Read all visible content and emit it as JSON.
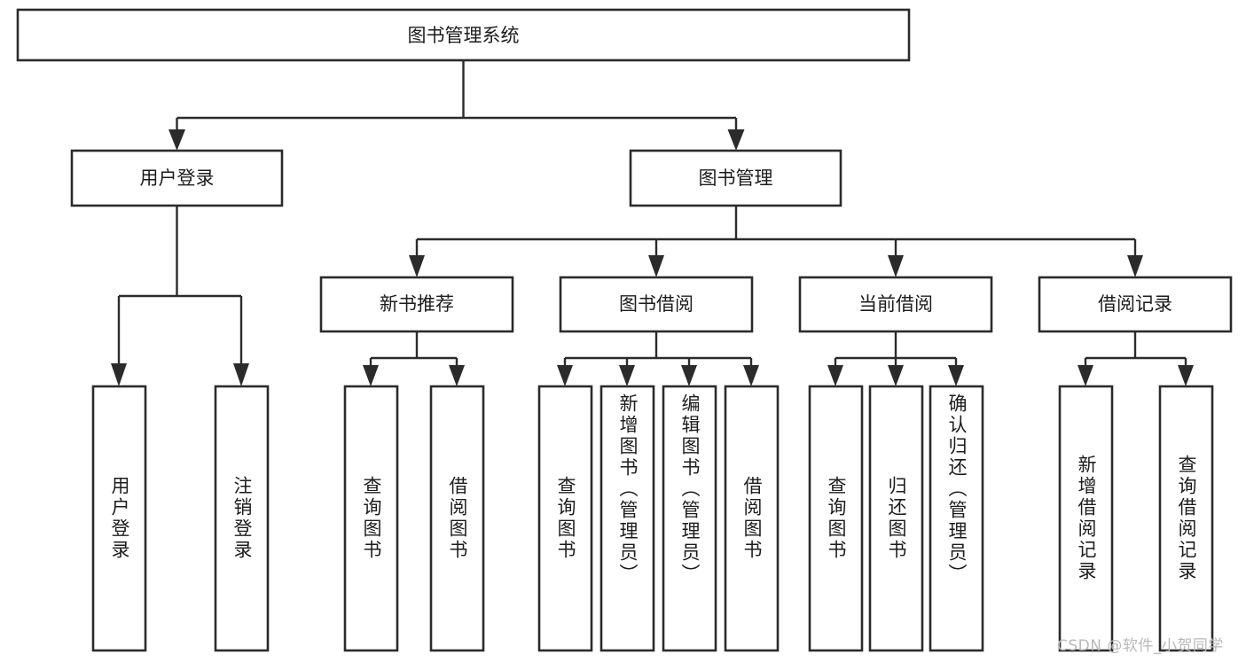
{
  "diagram": {
    "type": "tree-hierarchy-chart",
    "title": "图书管理系统",
    "root": {
      "id": "root",
      "label": "图书管理系统",
      "orientation": "horizontal"
    },
    "level2": [
      {
        "id": "user-login",
        "label": "用户登录",
        "orientation": "horizontal"
      },
      {
        "id": "book-management",
        "label": "图书管理",
        "orientation": "horizontal"
      }
    ],
    "level3": [
      {
        "id": "new-book-recommend",
        "label": "新书推荐",
        "orientation": "horizontal",
        "parent": "book-management"
      },
      {
        "id": "book-borrow",
        "label": "图书借阅",
        "orientation": "horizontal",
        "parent": "book-management"
      },
      {
        "id": "current-borrow",
        "label": "当前借阅",
        "orientation": "horizontal",
        "parent": "book-management"
      },
      {
        "id": "borrow-record",
        "label": "借阅记录",
        "orientation": "horizontal",
        "parent": "book-management"
      }
    ],
    "leaves": [
      {
        "id": "leaf-user-login",
        "label": "用户登录",
        "orientation": "vertical",
        "parent": "user-login"
      },
      {
        "id": "leaf-logout",
        "label": "注销登录",
        "orientation": "vertical",
        "parent": "user-login"
      },
      {
        "id": "leaf-query-book-1",
        "label": "查询图书",
        "orientation": "vertical",
        "parent": "new-book-recommend"
      },
      {
        "id": "leaf-borrow-book-1",
        "label": "借阅图书",
        "orientation": "vertical",
        "parent": "new-book-recommend"
      },
      {
        "id": "leaf-query-book-2",
        "label": "查询图书",
        "orientation": "vertical",
        "parent": "book-borrow"
      },
      {
        "id": "leaf-add-book",
        "label": "新增图书（管理员）",
        "orientation": "vertical",
        "parent": "book-borrow"
      },
      {
        "id": "leaf-edit-book",
        "label": "编辑图书（管理员）",
        "orientation": "vertical",
        "parent": "book-borrow"
      },
      {
        "id": "leaf-borrow-book-2",
        "label": "借阅图书",
        "orientation": "vertical",
        "parent": "book-borrow"
      },
      {
        "id": "leaf-query-book-3",
        "label": "查询图书",
        "orientation": "vertical",
        "parent": "current-borrow"
      },
      {
        "id": "leaf-return-book",
        "label": "归还图书",
        "orientation": "vertical",
        "parent": "current-borrow"
      },
      {
        "id": "leaf-confirm-return",
        "label": "确认归还（管理员）",
        "orientation": "vertical",
        "parent": "current-borrow"
      },
      {
        "id": "leaf-add-record",
        "label": "新增借阅记录",
        "orientation": "vertical",
        "parent": "borrow-record"
      },
      {
        "id": "leaf-query-record",
        "label": "查询借阅记录",
        "orientation": "vertical",
        "parent": "borrow-record"
      }
    ],
    "colors": {
      "box_fill": "#ffffff",
      "box_stroke": "#2b2b2b",
      "connector": "#2b2b2b",
      "text": "#1c1c1c",
      "background": "#ffffff",
      "watermark": "#b9b9b9"
    }
  },
  "watermark": {
    "text": "CSDN @软件_小贺同学"
  }
}
